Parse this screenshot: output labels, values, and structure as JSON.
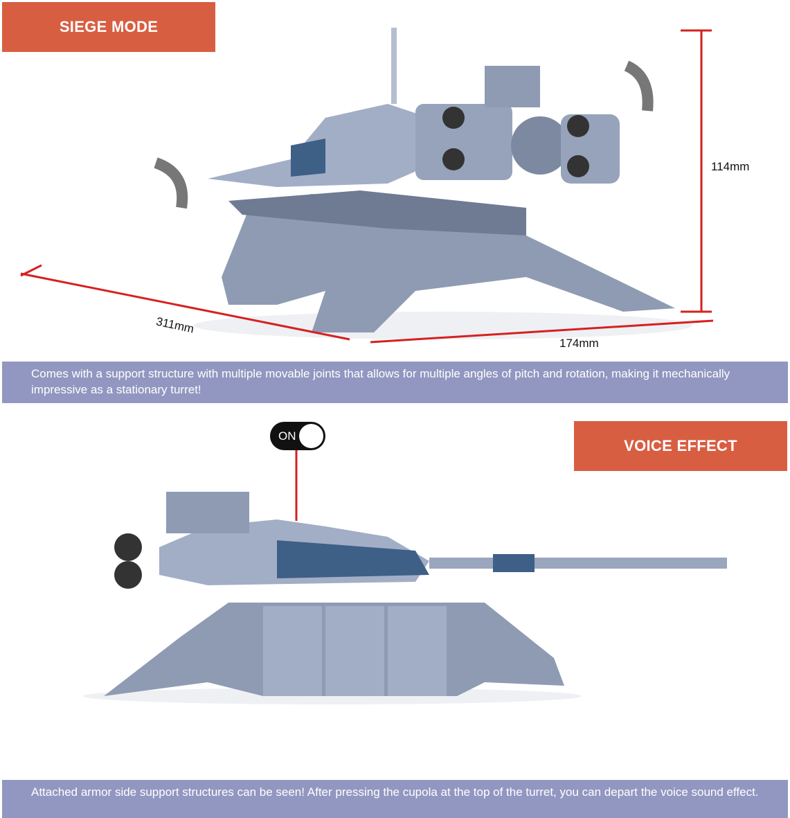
{
  "section1": {
    "title": "SIEGE MODE",
    "dimensions": {
      "width": "311mm",
      "depth": "174mm",
      "height": "114mm"
    },
    "caption": "Comes with a support structure with multiple movable joints that allows for multiple angles of pitch and rotation, making it mechanically impressive as a stationary turret!"
  },
  "section2": {
    "title": "VOICE EFFECT",
    "toggle_label": "ON",
    "caption": "Attached armor side support structures can be seen! After pressing the cupola at the top of the turret, you can depart the voice sound effect."
  },
  "colors": {
    "accent": "#d85e42",
    "caption_bg": "#9197c0",
    "dimension_line": "#d62020",
    "model": "#8d9ab3"
  }
}
